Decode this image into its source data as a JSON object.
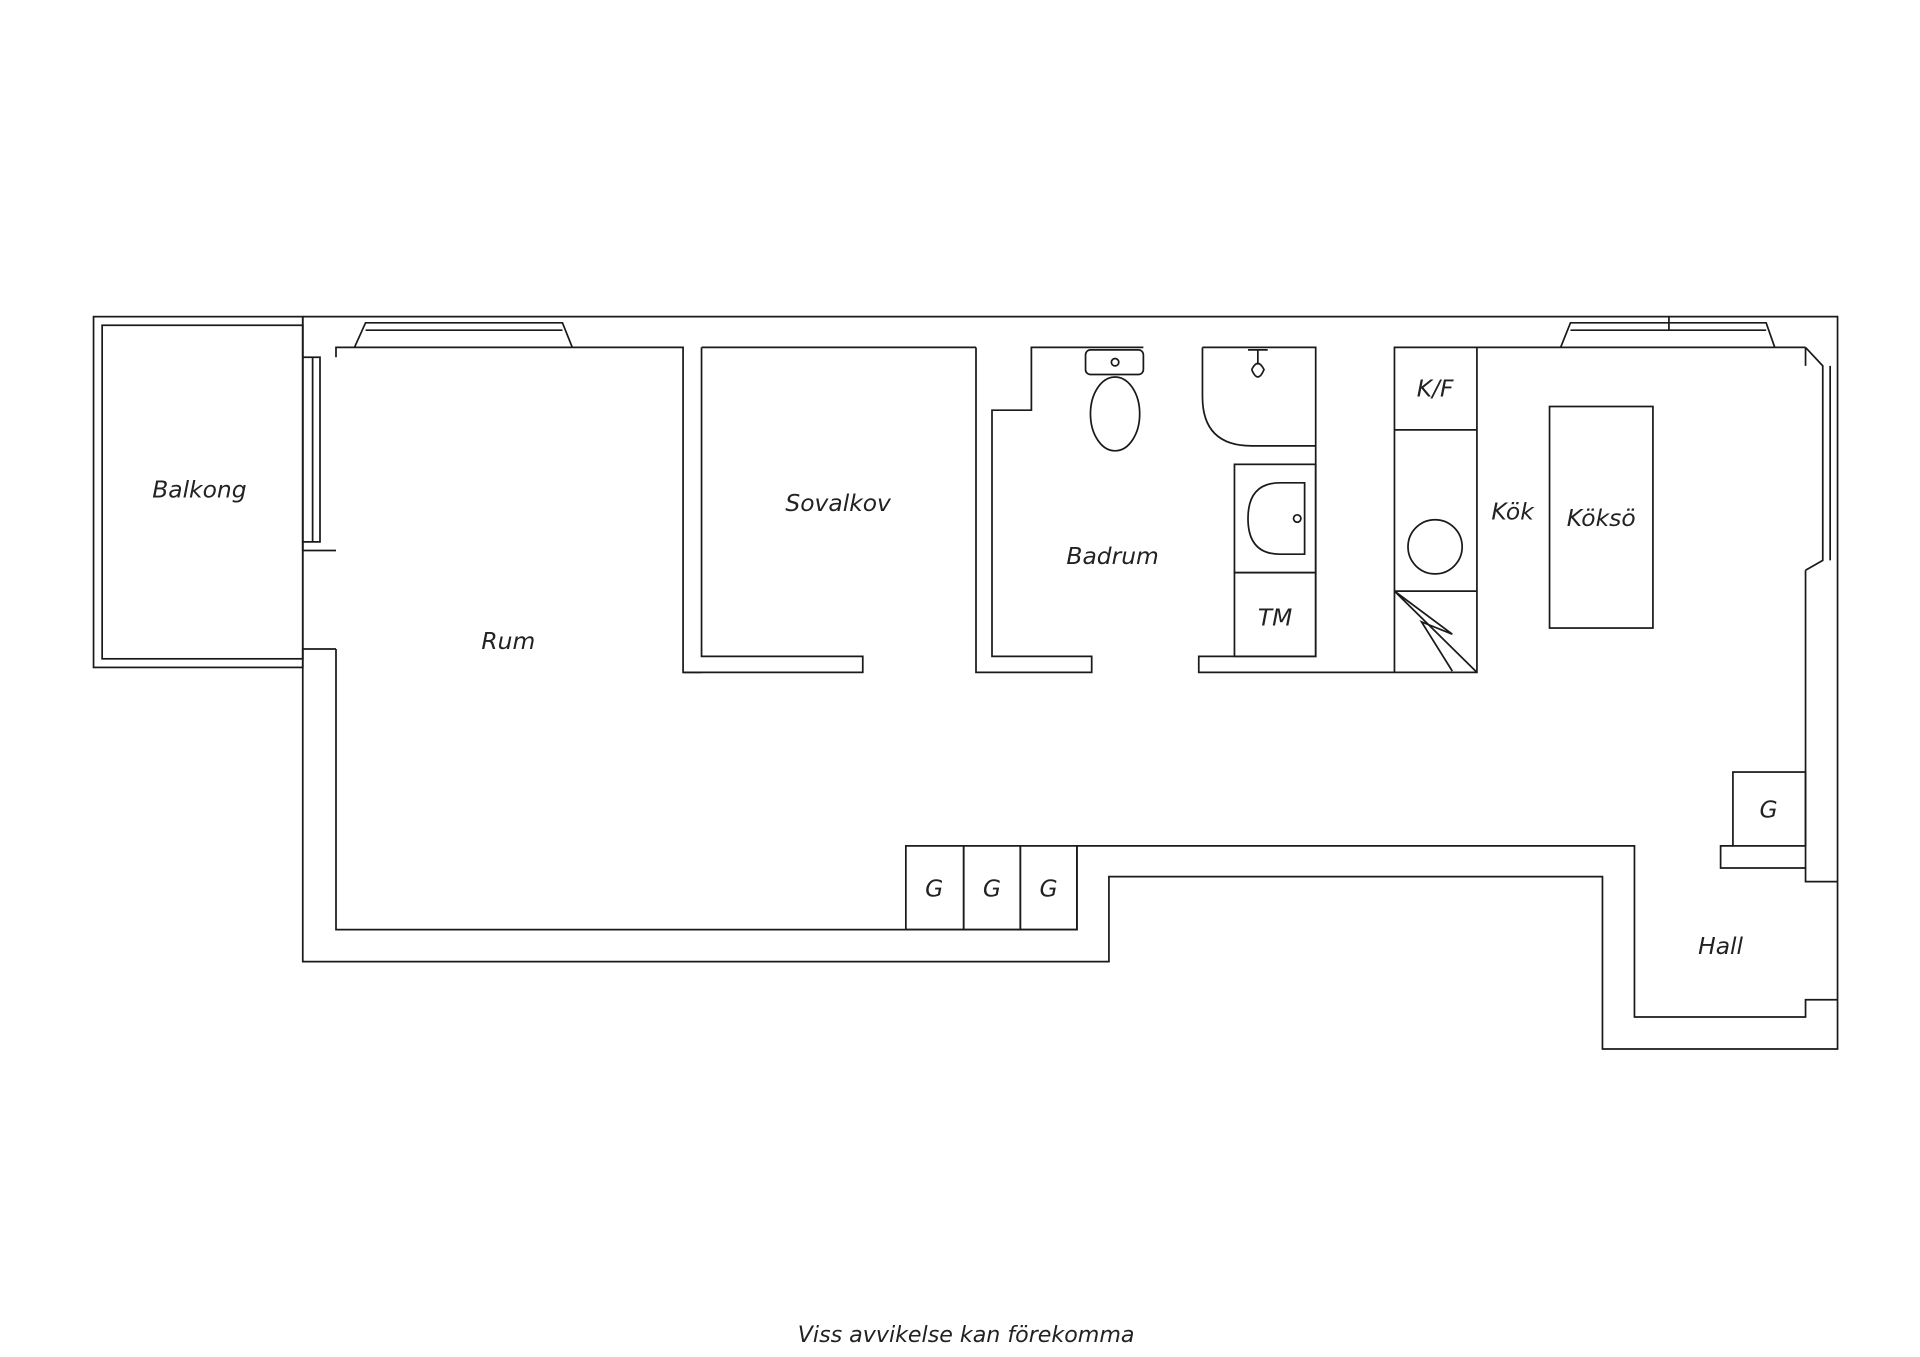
{
  "rooms": {
    "balkong": "Balkong",
    "rum": "Rum",
    "sovalkov": "Sovalkov",
    "badrum": "Badrum",
    "tm": "TM",
    "kf": "K/F",
    "kok": "Kök",
    "kokso": "Köksö",
    "hall": "Hall",
    "g1": "G",
    "g2": "G",
    "g3": "G",
    "g4": "G"
  },
  "footer": "Viss avvikelse kan förekomma"
}
